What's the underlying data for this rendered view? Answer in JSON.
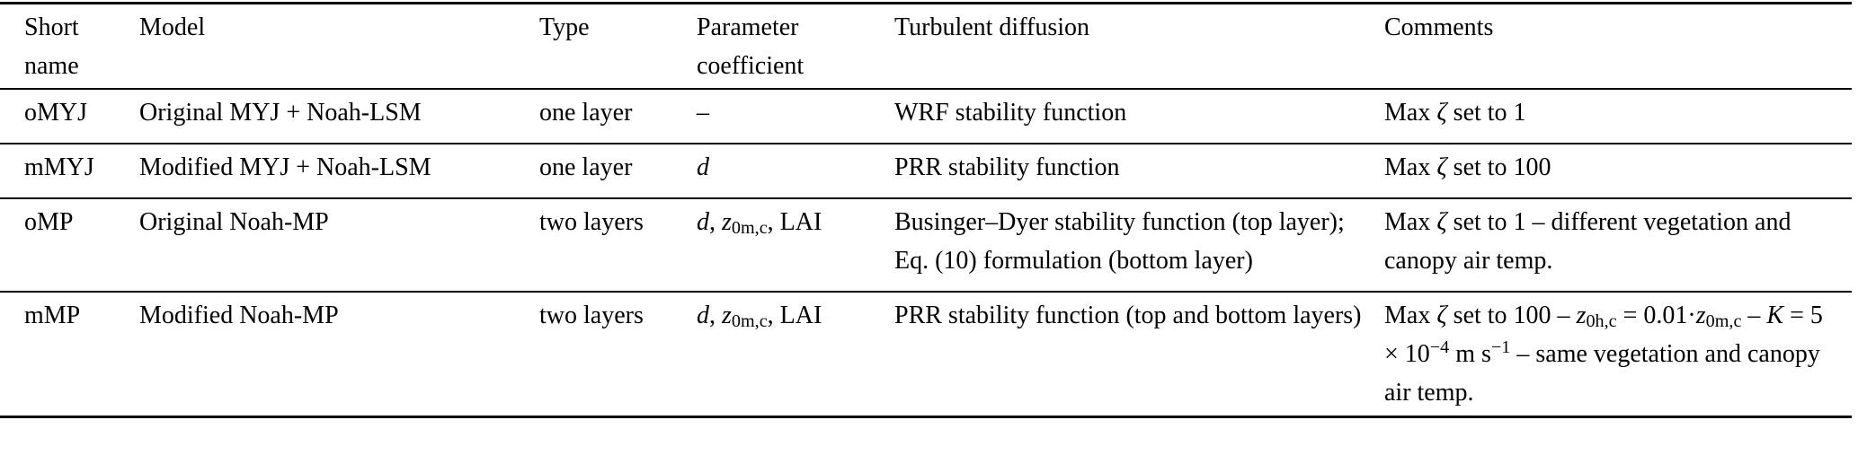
{
  "page": {
    "background_color": "#ffffff",
    "text_color": "#000000",
    "rule_color": "#000000"
  },
  "table": {
    "columns": [
      {
        "id": "short_name",
        "label": "Short name"
      },
      {
        "id": "model",
        "label": "Model"
      },
      {
        "id": "type",
        "label": "Type"
      },
      {
        "id": "parameter_coefficient",
        "label": "Parameter coefficient"
      },
      {
        "id": "turbulent_diffusion",
        "label": "Turbulent diffusion"
      },
      {
        "id": "comments",
        "label": "Comments"
      }
    ],
    "rows": [
      {
        "short_name": [
          {
            "t": "oMYJ"
          }
        ],
        "model": [
          {
            "t": "Original MYJ + Noah-LSM"
          }
        ],
        "type": [
          {
            "t": "one layer"
          }
        ],
        "parameter_coefficient": [
          {
            "t": "–"
          }
        ],
        "turbulent_diffusion": [
          {
            "t": "WRF stability function"
          }
        ],
        "comments": [
          {
            "t": "Max "
          },
          {
            "t": "ζ",
            "i": true
          },
          {
            "t": " set to 1"
          }
        ]
      },
      {
        "short_name": [
          {
            "t": "mMYJ"
          }
        ],
        "model": [
          {
            "t": "Modified MYJ + Noah-LSM"
          }
        ],
        "type": [
          {
            "t": "one layer"
          }
        ],
        "parameter_coefficient": [
          {
            "t": "d",
            "i": true
          }
        ],
        "turbulent_diffusion": [
          {
            "t": "PRR stability function"
          }
        ],
        "comments": [
          {
            "t": "Max "
          },
          {
            "t": "ζ",
            "i": true
          },
          {
            "t": " set to 100"
          }
        ]
      },
      {
        "short_name": [
          {
            "t": "oMP"
          }
        ],
        "model": [
          {
            "t": "Original Noah-MP"
          }
        ],
        "type": [
          {
            "t": "two layers"
          }
        ],
        "parameter_coefficient": [
          {
            "t": "d",
            "i": true
          },
          {
            "t": ", "
          },
          {
            "t": "z",
            "i": true
          },
          {
            "t": "0m,c",
            "sub": true
          },
          {
            "t": ", LAI"
          }
        ],
        "turbulent_diffusion": [
          {
            "t": "Businger–Dyer stability function (top layer); Eq. (10) formulation (bottom layer)"
          }
        ],
        "comments": [
          {
            "t": "Max "
          },
          {
            "t": "ζ",
            "i": true
          },
          {
            "t": " set to 1 – different vegetation and canopy air temp."
          }
        ]
      },
      {
        "short_name": [
          {
            "t": "mMP"
          }
        ],
        "model": [
          {
            "t": "Modified Noah-MP"
          }
        ],
        "type": [
          {
            "t": "two layers"
          }
        ],
        "parameter_coefficient": [
          {
            "t": "d",
            "i": true
          },
          {
            "t": ", "
          },
          {
            "t": "z",
            "i": true
          },
          {
            "t": "0m,c",
            "sub": true
          },
          {
            "t": ", LAI"
          }
        ],
        "turbulent_diffusion": [
          {
            "t": "PRR stability function (top and bottom layers)"
          }
        ],
        "comments": [
          {
            "t": "Max "
          },
          {
            "t": "ζ",
            "i": true
          },
          {
            "t": " set to 100 – "
          },
          {
            "t": "z",
            "i": true
          },
          {
            "t": "0h,c",
            "sub": true
          },
          {
            "t": " = 0.01·"
          },
          {
            "t": "z",
            "i": true
          },
          {
            "t": "0m,c",
            "sub": true
          },
          {
            "t": " – "
          },
          {
            "t": "K",
            "i": true
          },
          {
            "t": " = 5 × 10"
          },
          {
            "t": "−4",
            "sup": true
          },
          {
            "t": " m s"
          },
          {
            "t": "−1",
            "sup": true
          },
          {
            "t": " – same vegetation and canopy air temp."
          }
        ]
      }
    ]
  }
}
